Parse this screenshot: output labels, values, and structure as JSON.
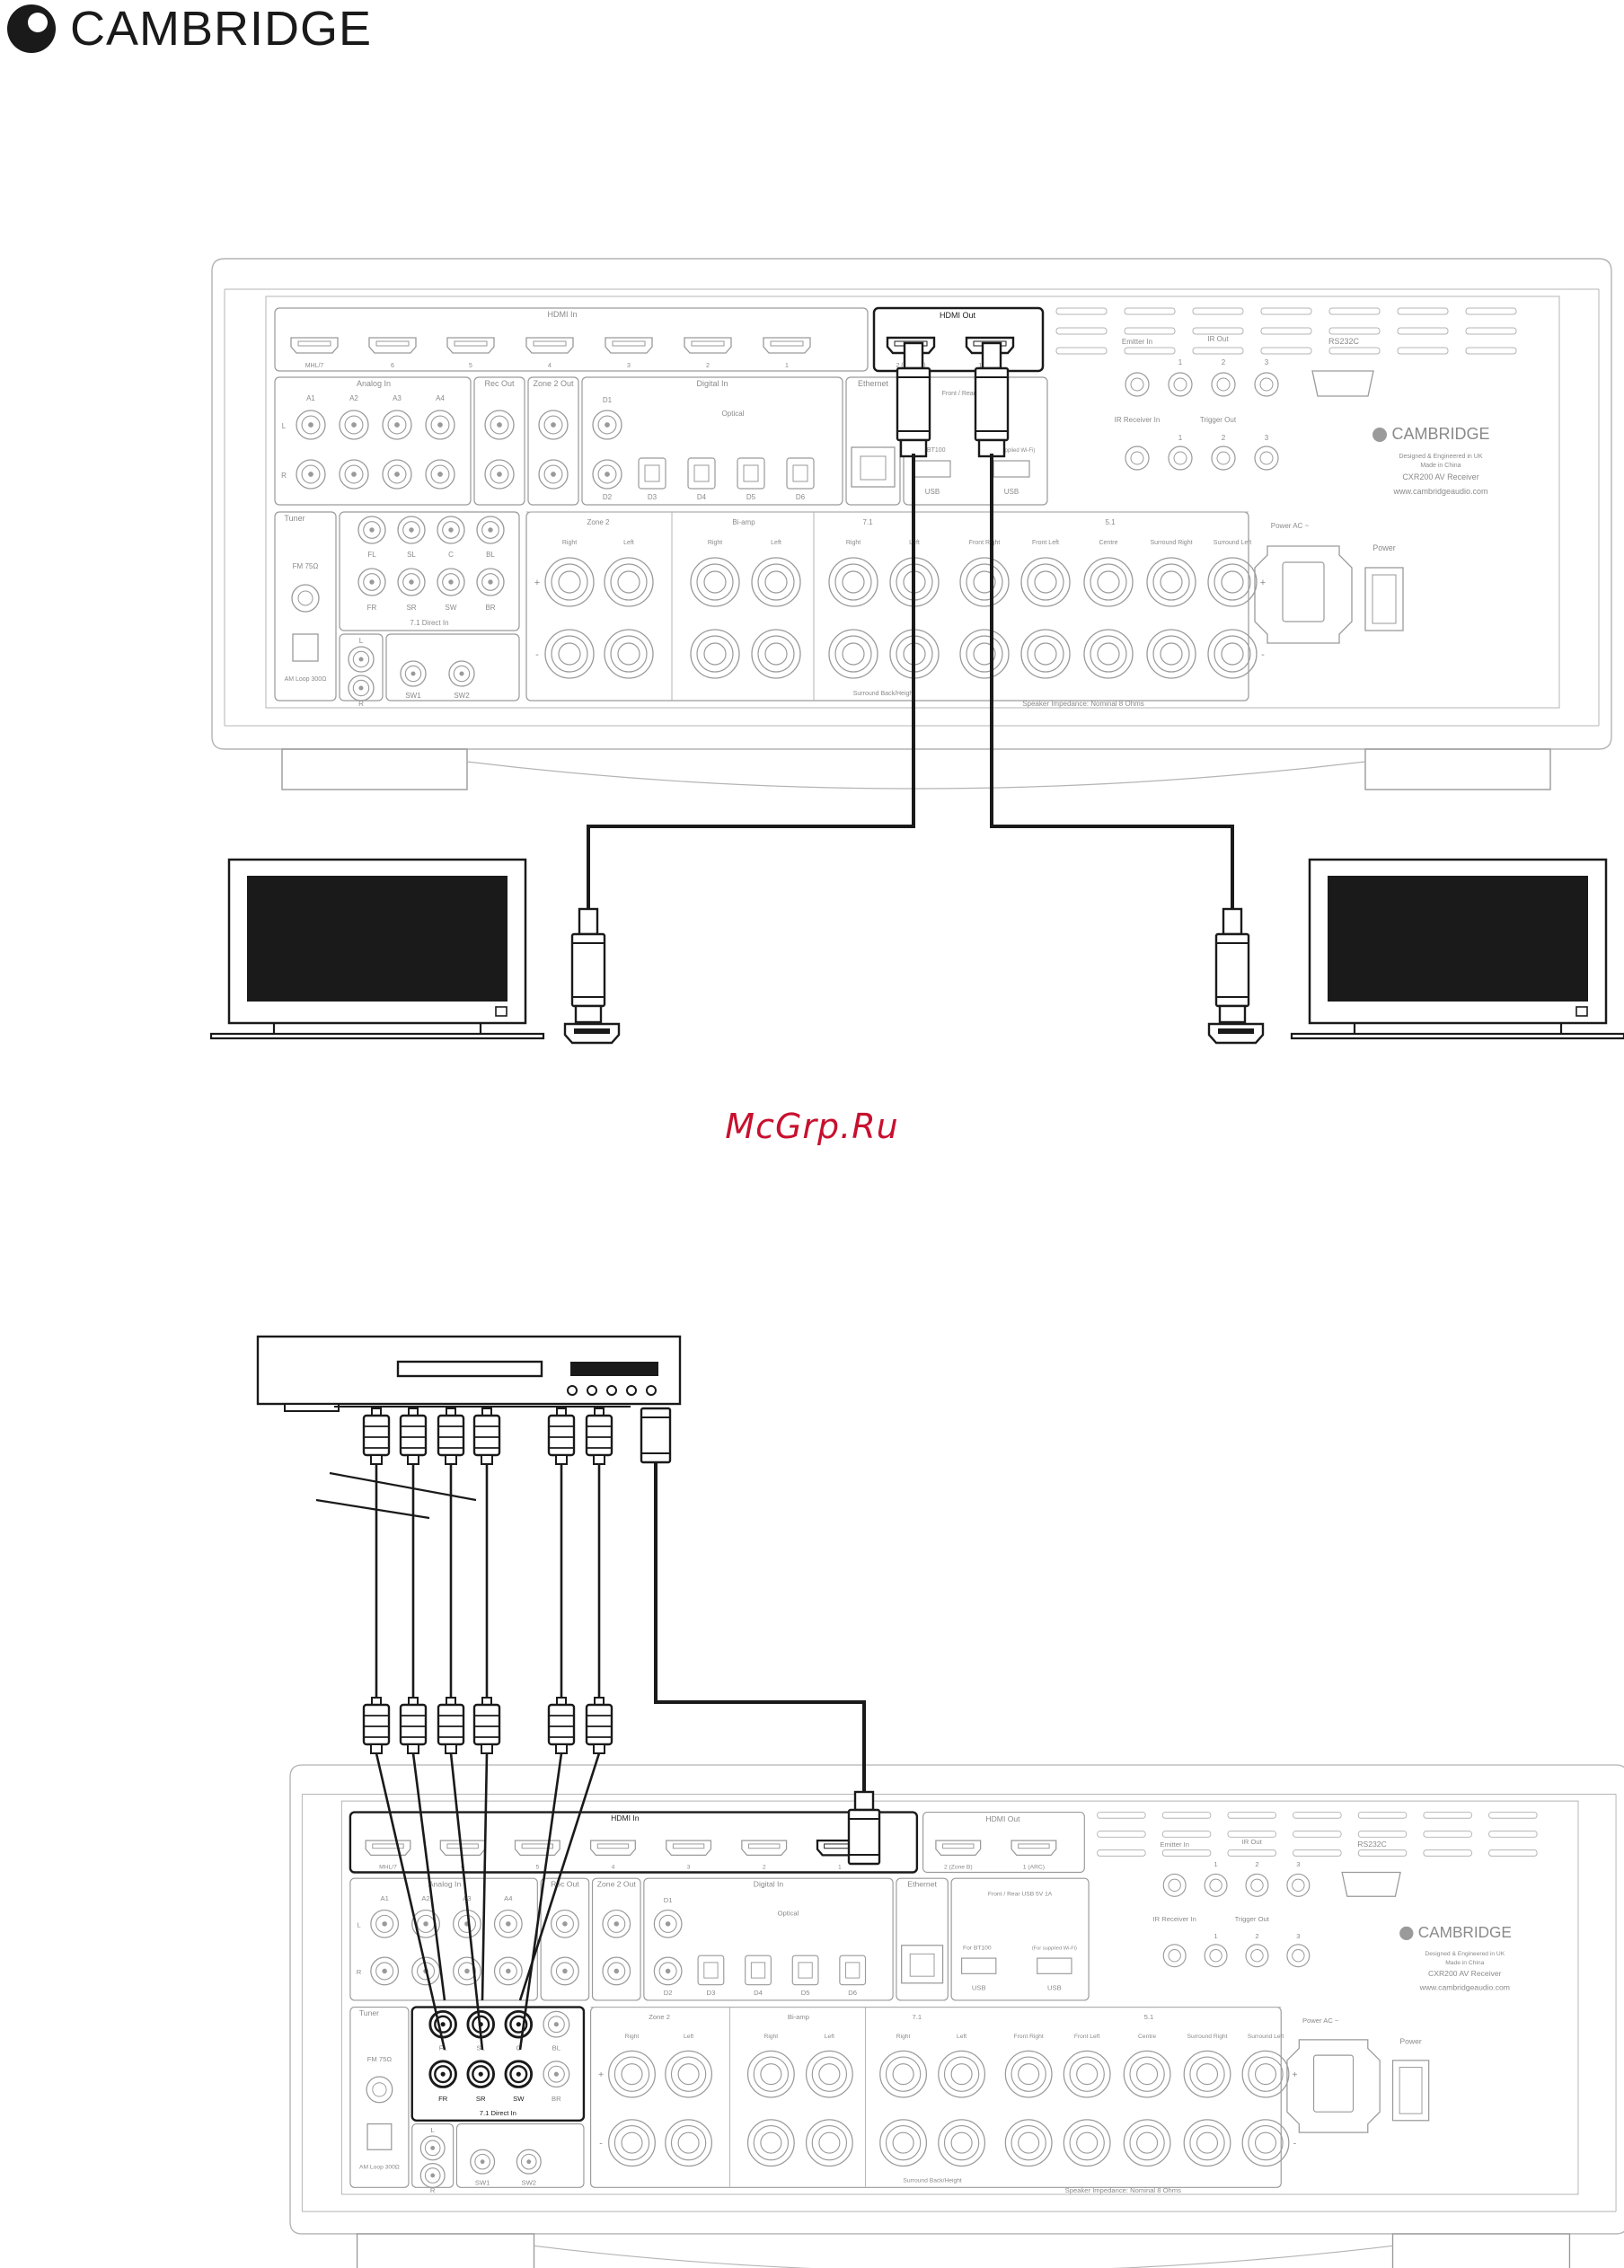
{
  "brand": {
    "name": "CAMBRIDGE"
  },
  "watermark": "McGrp.Ru",
  "receiver": {
    "hdmi_in": "HDMI In",
    "hdmi_out": "HDMI Out",
    "hdmi_in_ports": [
      "MHL/7",
      "6",
      "5",
      "4",
      "3",
      "2",
      "1"
    ],
    "hdmi_out_ports": [
      "2 (Zone B)",
      "1 (ARC)"
    ],
    "analog_in": "Analog In",
    "analog_ports": [
      "A1",
      "A2",
      "A3",
      "A4"
    ],
    "rec_out": "Rec Out",
    "zone2_out": "Zone 2 Out",
    "digital_in": "Digital In",
    "optical": "Optical",
    "digital_ports_top": [
      "D1"
    ],
    "digital_ports_bottom": [
      "D2",
      "D3",
      "D4",
      "D5",
      "D6"
    ],
    "ethernet": "Ethernet",
    "usb_front_rear": "Front / Rear USB 5V 1A",
    "for_bt": "For BT100",
    "for_wifi": "(For supplied Wi-Fi)",
    "usb": "USB",
    "emitter_in": "Emitter In",
    "ir_out": "IR Out",
    "ir_out_ports": [
      "1",
      "2",
      "3"
    ],
    "rs232c": "RS232C",
    "ir_receiver_in": "IR Receiver In",
    "trigger_out": "Trigger Out",
    "trigger_ports": [
      "1",
      "2",
      "3"
    ],
    "logo": "CAMBRIDGE",
    "designed": "Designed & Engineered in UK",
    "made_in": "Made in China",
    "model": "CXR200 AV Receiver",
    "website": "www.cambridgeaudio.com",
    "tuner": "Tuner",
    "fm": "FM 75Ω",
    "am_loop": "AM Loop 300Ω",
    "direct_in": "7.1 Direct In",
    "direct_top": [
      "FL",
      "SL",
      "C",
      "BL"
    ],
    "direct_bottom": [
      "FR",
      "SR",
      "SW",
      "BR"
    ],
    "lr": [
      "L",
      "R"
    ],
    "sw": [
      "SW1",
      "SW2"
    ],
    "zone2": "Zone 2",
    "biamp": "Bi-amp",
    "seven_one": "7.1",
    "five_one": "5.1",
    "speaker_labels": [
      "Right",
      "Left",
      "Right",
      "Left",
      "Right",
      "Left",
      "Front Right",
      "Front Left",
      "Centre",
      "Surround Right",
      "Surround Left"
    ],
    "surround_back": "Surround Back/Height",
    "impedance": "Speaker Impedance: Nominal 8 Ohms",
    "power_ac": "Power AC ~",
    "power": "Power",
    "plus": "+",
    "minus": "-"
  }
}
